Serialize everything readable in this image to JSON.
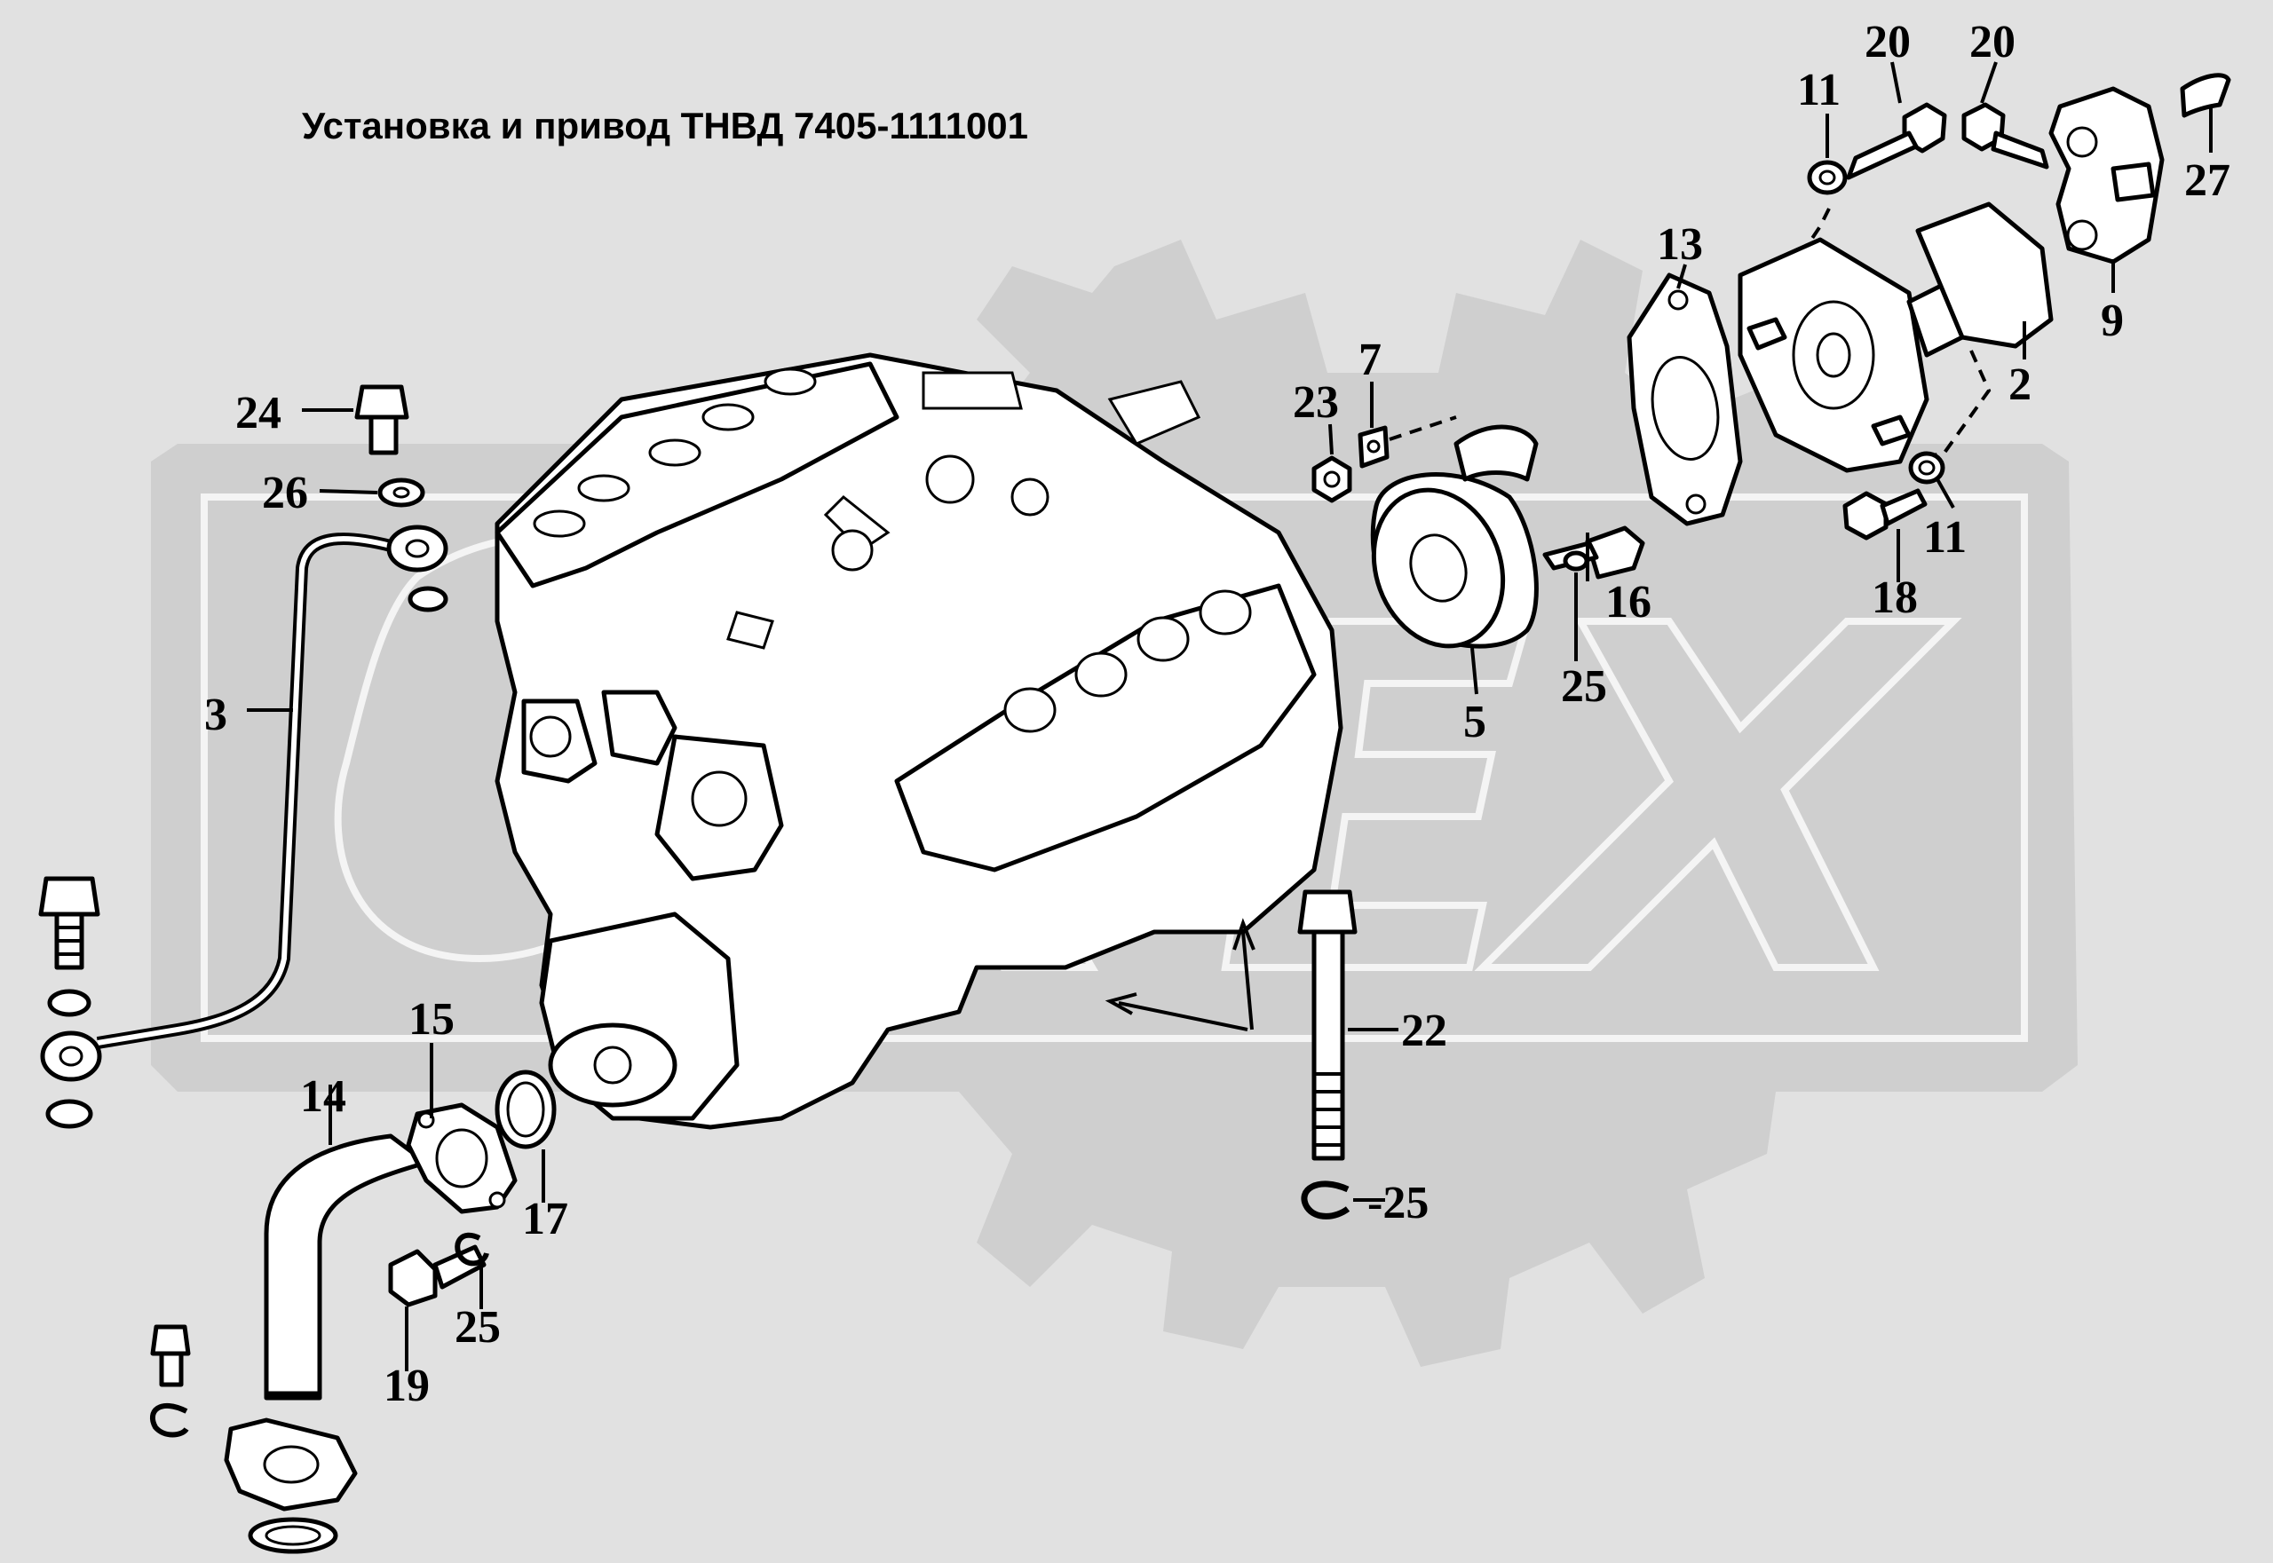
{
  "title": "Установка и привод ТНВД 7405-1111001",
  "watermark": {
    "text": "OREX",
    "color": "#cfcfcf"
  },
  "callouts": [
    {
      "id": "c24",
      "label": "24"
    },
    {
      "id": "c26",
      "label": "26"
    },
    {
      "id": "c3",
      "label": "3"
    },
    {
      "id": "c14",
      "label": "14"
    },
    {
      "id": "c15",
      "label": "15"
    },
    {
      "id": "c17",
      "label": "17"
    },
    {
      "id": "c19",
      "label": "19"
    },
    {
      "id": "c25a",
      "label": "25"
    },
    {
      "id": "c22",
      "label": "22"
    },
    {
      "id": "c25b",
      "label": "-25"
    },
    {
      "id": "c23",
      "label": "23"
    },
    {
      "id": "c7",
      "label": "7"
    },
    {
      "id": "c5",
      "label": "5"
    },
    {
      "id": "c16",
      "label": "16"
    },
    {
      "id": "c25c",
      "label": "25"
    },
    {
      "id": "c13",
      "label": "13"
    },
    {
      "id": "c11a",
      "label": "11"
    },
    {
      "id": "c20a",
      "label": "20"
    },
    {
      "id": "c20b",
      "label": "20"
    },
    {
      "id": "c27",
      "label": "27"
    },
    {
      "id": "c9",
      "label": "9"
    },
    {
      "id": "c2",
      "label": "2"
    },
    {
      "id": "c11b",
      "label": "11"
    },
    {
      "id": "c18",
      "label": "18"
    }
  ]
}
